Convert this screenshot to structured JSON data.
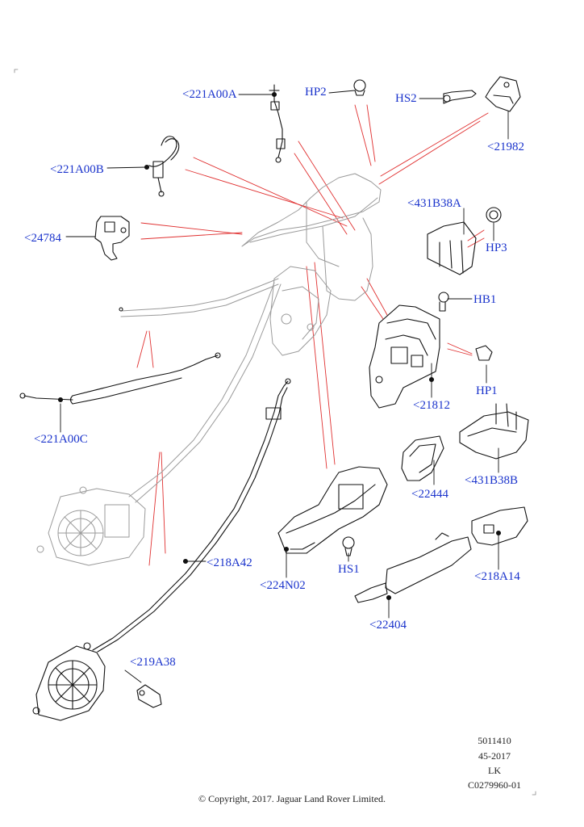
{
  "callouts": {
    "c221A00A": "<221A00A",
    "hp2": "HP2",
    "hs2": "HS2",
    "c21982": "<21982",
    "c221A00B": "<221A00B",
    "c431B38A": "<431B38A",
    "c24784": "<24784",
    "hp3": "HP3",
    "hb1": "HB1",
    "hp1": "HP1",
    "c21812": "<21812",
    "c221A00C": "<221A00C",
    "c431B38B": "<431B38B",
    "c22444": "<22444",
    "c218A42": "<218A42",
    "c218A14": "<218A14",
    "hs1": "HS1",
    "c224N02": "<224N02",
    "c22404": "<22404",
    "c219A38": "<219A38"
  },
  "footer": {
    "ref1": "5011410",
    "ref2": "45-2017",
    "ref3": "LK",
    "ref4": "C0279960-01",
    "copyright": "© Copyright, 2017. Jaguar Land Rover Limited."
  },
  "colors": {
    "callout_text": "#1a33cc",
    "leader_red": "#e03030",
    "outline": "#111111",
    "ghost_outline": "#9a9a9a"
  }
}
